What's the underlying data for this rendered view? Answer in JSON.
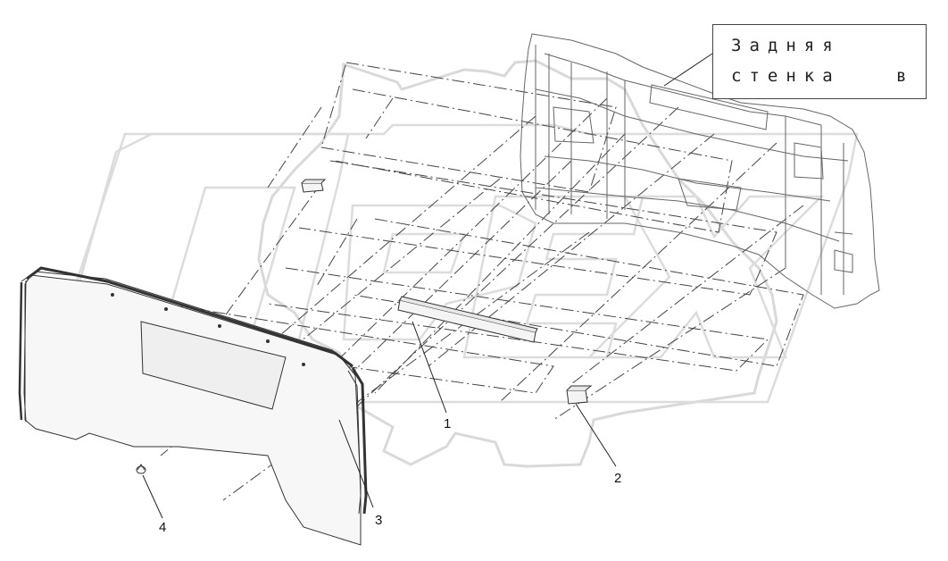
{
  "label_box": {
    "line1": "Задняя",
    "line2": "стенка",
    "line2_tail": "в"
  },
  "callouts": [
    "1",
    "2",
    "3",
    "4"
  ],
  "watermark": "OPEX",
  "colors": {
    "line": "#333333",
    "watermark": "#d9d9d9",
    "part_fill": "#f4f4f4"
  }
}
